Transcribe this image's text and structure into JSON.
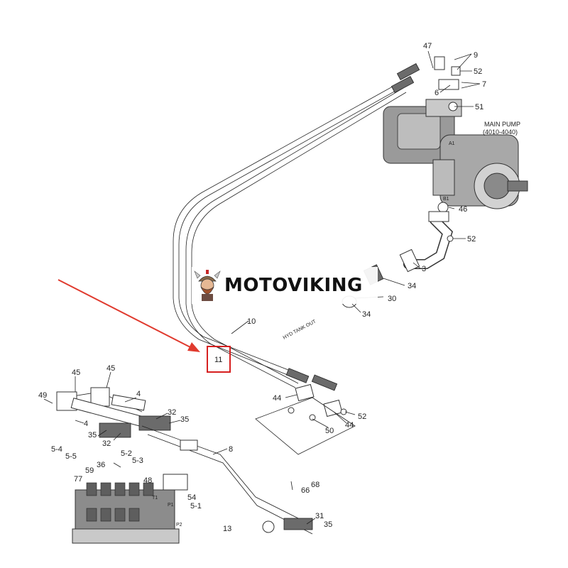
{
  "watermark": {
    "brand": "MOTOVIKING",
    "logo": "viking-mascot-logo"
  },
  "callouts": {
    "n47": "47",
    "n9": "9",
    "n52a": "52",
    "n7": "7",
    "n6": "6",
    "n51": "51",
    "n46": "46",
    "n52b": "52",
    "n3": "3",
    "n34a": "34",
    "n30": "30",
    "n34b": "34",
    "n10": "10",
    "n11": "11",
    "n44a": "44",
    "n52c": "52",
    "n44b": "44",
    "n50": "50",
    "n45a": "45",
    "n45b": "45",
    "n49": "49",
    "n4a": "4",
    "n4b": "4",
    "n32a": "32",
    "n35a": "35",
    "n35b": "35",
    "n32b": "32",
    "n5_4": "5-4",
    "n5_5": "5-5",
    "n5_2": "5-2",
    "n5_3": "5-3",
    "n8": "8",
    "n36": "36",
    "n59": "59",
    "n77": "77",
    "n48": "48",
    "n54": "54",
    "n5_1": "5-1",
    "n66": "66",
    "n68": "68",
    "n31": "31",
    "n35c": "35",
    "n13": "13"
  },
  "pump_label": {
    "line1": "MAIN PUMP",
    "line2": "(4010-4040)"
  },
  "tank_label": "HYD TANK OUT",
  "port_labels": {
    "t1": "T1",
    "p1": "P1",
    "p2": "P2",
    "b1": "B1",
    "a1": "A1"
  },
  "highlight": {
    "box_color": "#d62020",
    "arrow_color": "#e03a2e",
    "target": "11"
  }
}
